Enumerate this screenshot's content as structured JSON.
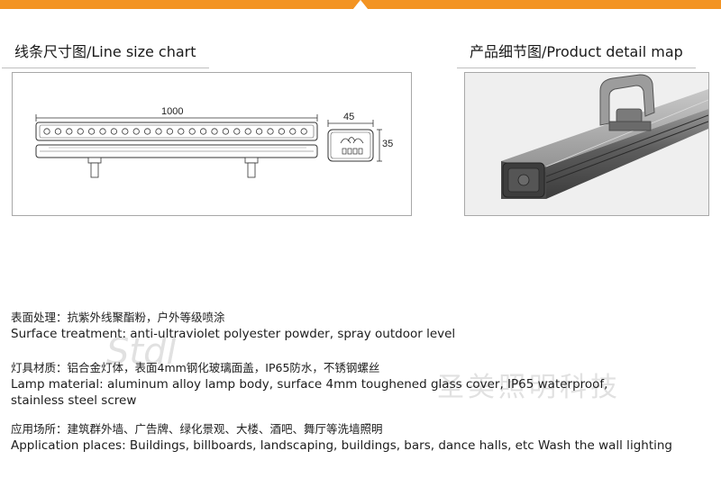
{
  "sections": {
    "line_size_title": "线条尺寸图/Line size chart",
    "product_detail_title": "产品细节图/Product detail map"
  },
  "dimensions": {
    "length": "1000",
    "width": "45",
    "height": "35"
  },
  "specs": {
    "surface_cn": "表面处理：抗紫外线聚酯粉，户外等级喷涂",
    "surface_en": "Surface treatment: anti-ultraviolet polyester powder, spray outdoor level",
    "material_cn": "灯具材质：铝合金灯体，表面4mm钢化玻璃面盖，IP65防水，不锈钢螺丝",
    "material_en_line1": "Lamp material: aluminum alloy lamp body, surface 4mm toughened glass cover, IP65 waterproof,",
    "material_en_line2": "stainless steel screw",
    "application_cn": "应用场所：建筑群外墙、广告牌、绿化景观、大楼、酒吧、舞厅等洗墙照明",
    "application_en": "Application places: Buildings, billboards, landscaping, buildings, bars, dance halls, etc Wash the wall lighting"
  },
  "colors": {
    "accent": "#f39423",
    "frame": "#a8a8a8"
  }
}
